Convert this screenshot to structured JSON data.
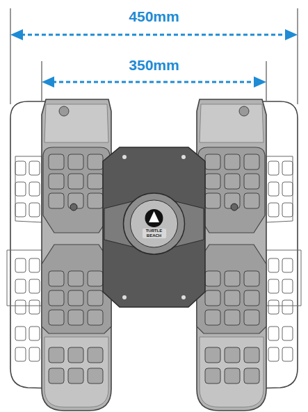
{
  "diagram": {
    "labels": [
      "450mm",
      "350mm",
      "TURTLE BEACH"
    ]
  }
}
